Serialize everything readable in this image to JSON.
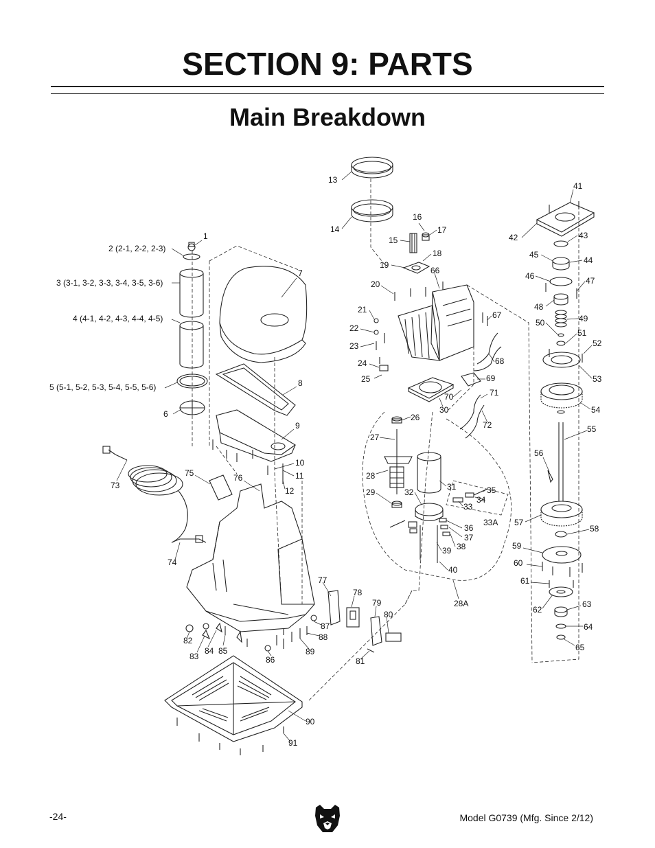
{
  "header": {
    "section_title": "SECTION 9: PARTS",
    "subtitle": "Main Breakdown"
  },
  "diagram": {
    "callouts": [
      {
        "id": "c1",
        "text": "1"
      },
      {
        "id": "c2",
        "text": "2 (2-1, 2-2, 2-3)"
      },
      {
        "id": "c3",
        "text": "3 (3-1, 3-2, 3-3, 3-4, 3-5, 3-6)"
      },
      {
        "id": "c4",
        "text": "4 (4-1, 4-2, 4-3, 4-4, 4-5)"
      },
      {
        "id": "c5",
        "text": "5 (5-1, 5-2, 5-3, 5-4, 5-5, 5-6)"
      },
      {
        "id": "c6",
        "text": "6"
      },
      {
        "id": "c7",
        "text": "7"
      },
      {
        "id": "c8",
        "text": "8"
      },
      {
        "id": "c9",
        "text": "9"
      },
      {
        "id": "c10",
        "text": "10"
      },
      {
        "id": "c11",
        "text": "11"
      },
      {
        "id": "c12",
        "text": "12"
      },
      {
        "id": "c13",
        "text": "13"
      },
      {
        "id": "c14",
        "text": "14"
      },
      {
        "id": "c15",
        "text": "15"
      },
      {
        "id": "c16",
        "text": "16"
      },
      {
        "id": "c17",
        "text": "17"
      },
      {
        "id": "c18",
        "text": "18"
      },
      {
        "id": "c19",
        "text": "19"
      },
      {
        "id": "c20",
        "text": "20"
      },
      {
        "id": "c21",
        "text": "21"
      },
      {
        "id": "c22",
        "text": "22"
      },
      {
        "id": "c23",
        "text": "23"
      },
      {
        "id": "c24",
        "text": "24"
      },
      {
        "id": "c25",
        "text": "25"
      },
      {
        "id": "c26",
        "text": "26"
      },
      {
        "id": "c27",
        "text": "27"
      },
      {
        "id": "c28",
        "text": "28"
      },
      {
        "id": "c28A",
        "text": "28A"
      },
      {
        "id": "c29",
        "text": "29"
      },
      {
        "id": "c30",
        "text": "30"
      },
      {
        "id": "c31",
        "text": "31"
      },
      {
        "id": "c32",
        "text": "32"
      },
      {
        "id": "c33",
        "text": "33"
      },
      {
        "id": "c33A",
        "text": "33A"
      },
      {
        "id": "c34",
        "text": "34"
      },
      {
        "id": "c35",
        "text": "35"
      },
      {
        "id": "c36",
        "text": "36"
      },
      {
        "id": "c37",
        "text": "37"
      },
      {
        "id": "c38",
        "text": "38"
      },
      {
        "id": "c39",
        "text": "39"
      },
      {
        "id": "c40",
        "text": "40"
      },
      {
        "id": "c41",
        "text": "41"
      },
      {
        "id": "c42",
        "text": "42"
      },
      {
        "id": "c43",
        "text": "43"
      },
      {
        "id": "c44",
        "text": "44"
      },
      {
        "id": "c45",
        "text": "45"
      },
      {
        "id": "c46",
        "text": "46"
      },
      {
        "id": "c47",
        "text": "47"
      },
      {
        "id": "c48",
        "text": "48"
      },
      {
        "id": "c49",
        "text": "49"
      },
      {
        "id": "c50",
        "text": "50"
      },
      {
        "id": "c51",
        "text": "51"
      },
      {
        "id": "c52",
        "text": "52"
      },
      {
        "id": "c53",
        "text": "53"
      },
      {
        "id": "c54",
        "text": "54"
      },
      {
        "id": "c55",
        "text": "55"
      },
      {
        "id": "c56",
        "text": "56"
      },
      {
        "id": "c57",
        "text": "57"
      },
      {
        "id": "c58",
        "text": "58"
      },
      {
        "id": "c59",
        "text": "59"
      },
      {
        "id": "c60",
        "text": "60"
      },
      {
        "id": "c61",
        "text": "61"
      },
      {
        "id": "c62",
        "text": "62"
      },
      {
        "id": "c63",
        "text": "63"
      },
      {
        "id": "c64",
        "text": "64"
      },
      {
        "id": "c65",
        "text": "65"
      },
      {
        "id": "c66",
        "text": "66"
      },
      {
        "id": "c67",
        "text": "67"
      },
      {
        "id": "c68",
        "text": "68"
      },
      {
        "id": "c69",
        "text": "69"
      },
      {
        "id": "c70",
        "text": "70"
      },
      {
        "id": "c71",
        "text": "71"
      },
      {
        "id": "c72",
        "text": "72"
      },
      {
        "id": "c73",
        "text": "73"
      },
      {
        "id": "c74",
        "text": "74"
      },
      {
        "id": "c75",
        "text": "75"
      },
      {
        "id": "c76",
        "text": "76"
      },
      {
        "id": "c77",
        "text": "77"
      },
      {
        "id": "c78",
        "text": "78"
      },
      {
        "id": "c79",
        "text": "79"
      },
      {
        "id": "c80",
        "text": "80"
      },
      {
        "id": "c81",
        "text": "81"
      },
      {
        "id": "c82",
        "text": "82"
      },
      {
        "id": "c83",
        "text": "83"
      },
      {
        "id": "c84",
        "text": "84"
      },
      {
        "id": "c85",
        "text": "85"
      },
      {
        "id": "c86",
        "text": "86"
      },
      {
        "id": "c87",
        "text": "87"
      },
      {
        "id": "c88",
        "text": "88"
      },
      {
        "id": "c89",
        "text": "89"
      },
      {
        "id": "c90",
        "text": "90"
      },
      {
        "id": "c91",
        "text": "91"
      }
    ]
  },
  "footer": {
    "page_number": "-24-",
    "model": "Model G0739 (Mfg. Since 2/12)",
    "logo_icon": "bear-head-icon"
  }
}
